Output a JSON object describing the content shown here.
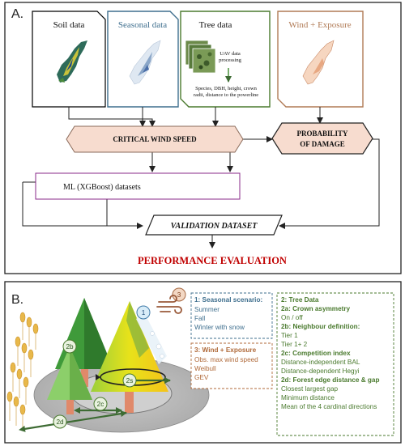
{
  "panel_a": {
    "letter": "A.",
    "docs": [
      {
        "title": "Soil data",
        "color": "#000000"
      },
      {
        "title": "Seasonal data",
        "color": "#3f6f8e"
      },
      {
        "title": "Tree data",
        "color": "#4a7a2e"
      },
      {
        "title": "Wind + Exposure",
        "color": "#b07a55"
      }
    ],
    "tree_caption": {
      "uav_line1": "UAV data",
      "uav_line2": "processing",
      "attrs_line1": "Species, DBH, height, crown",
      "attrs_line2": "radii, distance to the powerline"
    },
    "critical_wind_speed": "CRITICAL WIND SPEED",
    "probability_line1": "PROBABILITY",
    "probability_line2": "OF DAMAGE",
    "ml_datasets": "ML (XGBoost) datasets",
    "validation_dataset": "VALIDATION DATASET",
    "performance_evaluation": "PERFORMANCE EVALUATION"
  },
  "panel_b": {
    "letter": "B.",
    "badges": {
      "b1": "1",
      "b3": "3",
      "b2b": "2b",
      "b2c": "2c",
      "b2d": "2d",
      "b2s": "2s"
    },
    "seasonal": {
      "heading": "1: Seasonal scenario:",
      "items": [
        "Summer",
        "Fall",
        "Winter with snow"
      ]
    },
    "wind": {
      "heading": "3: Wind + Exposure",
      "items": [
        "Obs. max wind speed",
        "Weibull",
        "GEV"
      ]
    },
    "tree": {
      "heading": "2: Tree Data",
      "h2a": "2a: Crown asymmetry",
      "i2a": "On / off",
      "h2b": "2b: Neighbour definition:",
      "i2b_1": "Tier 1",
      "i2b_2": "Tier 1+ 2",
      "h2c": "2c: Competition index",
      "i2c_1": "Distance-independent BAL",
      "i2c_2": "Distance-dependent Hegyi",
      "h2d": "2d: Forest edge distance & gap",
      "i2d_1": "Closest largest gap",
      "i2d_2": "Minimum distance",
      "i2d_3": "Mean of the 4 cardinal directions"
    },
    "colors": {
      "seasonal": "#3f6f8e",
      "wind": "#b06a3a",
      "tree": "#4a7a2e"
    }
  }
}
